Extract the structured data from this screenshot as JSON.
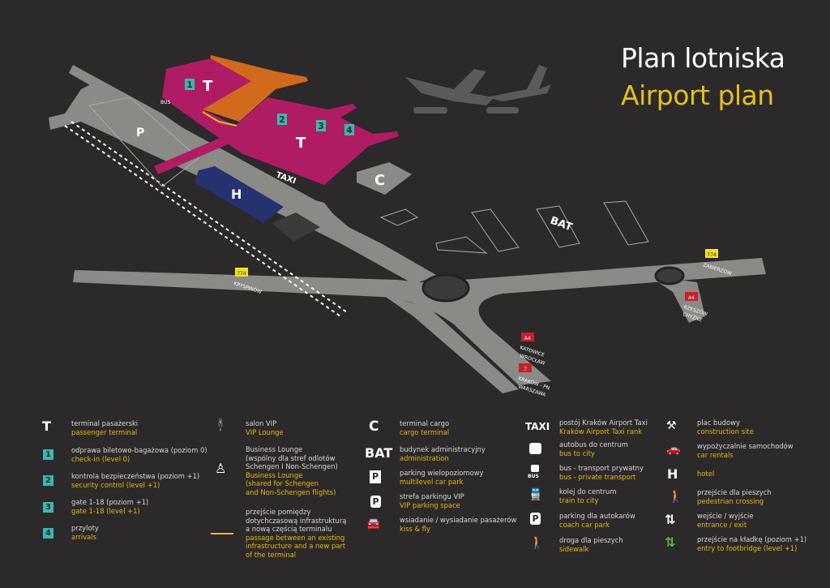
{
  "header": {
    "title_pl": "Plan lotniska",
    "title_en": "Airport plan"
  },
  "map": {
    "terminal_letter": "T",
    "zones": [
      "1",
      "2",
      "3",
      "4"
    ],
    "taxi": "TAXI",
    "bus": "BUS",
    "cargo": "C",
    "admin": "BAT",
    "hotel": "H",
    "parking": "P",
    "road_signs": [
      {
        "number": "774",
        "lines": [
          "KRYSPINÓW"
        ],
        "color": "#f2e219"
      },
      {
        "number": "774",
        "lines": [
          "ZABIERZÓW"
        ],
        "color": "#f2e219"
      },
      {
        "number": "A4",
        "lines": [
          "RZESZÓW",
          "CHYŻNE"
        ],
        "color": "#c8202a"
      },
      {
        "number": "A4",
        "lines": [
          "KATOWICE",
          "WROCŁAW"
        ],
        "color": "#c8202a"
      },
      {
        "number": "7",
        "lines": [
          "KRAKÓW - PN",
          "WARSZAWA"
        ],
        "color": "#c8202a"
      }
    ]
  },
  "colors": {
    "background": "#2b292a",
    "road": "#8a8a86",
    "terminal": "#b01c63",
    "construction": "#d26a1e",
    "zone": "#3db7b0",
    "hotel": "#26316f",
    "accent": "#e5c01d",
    "footbridge": "#5db43a"
  },
  "legend": {
    "col1": [
      {
        "icon": "T",
        "pl": "terminal pasażerski",
        "en": "passenger terminal"
      },
      {
        "icon": "1",
        "pl": "odprawa biletowo-bagażowa (poziom 0)",
        "en": "check-in (level 0)"
      },
      {
        "icon": "2",
        "pl": "kontrola bezpieczeństwa (poziom +1)",
        "en": "security control (level +1)"
      },
      {
        "icon": "3",
        "pl": "gate 1-18 (poziom +1)",
        "en": "gate 1-18 (level +1)"
      },
      {
        "icon": "4",
        "pl": "przyloty",
        "en": "arrivals"
      }
    ],
    "col2": [
      {
        "icon": "vip-lounge",
        "pl": [
          "salon VIP"
        ],
        "en": [
          "VIP Lounge"
        ]
      },
      {
        "icon": "business-lounge",
        "pl": [
          "Business Lounge",
          "(wspólny dla stref odlotów",
          "Schengen I Non-Schengen)"
        ],
        "en": [
          "Business Lounge",
          "(shared for Schengen",
          "and Non-Schengen flights)"
        ]
      },
      {
        "icon": "passage-line",
        "pl": [
          "przejście pomiędzy",
          "dotychczasową infrastrukturą",
          "a nową częścią terminalu"
        ],
        "en": [
          "passage between an existing",
          "infrastructure and a new part",
          "of the terminal"
        ]
      }
    ],
    "col3": [
      {
        "icon": "C",
        "pl": "terminal cargo",
        "en": "cargo terminal"
      },
      {
        "icon": "BAT",
        "pl": "budynek administracyjny",
        "en": "administration"
      },
      {
        "icon": "multilevel-parking",
        "pl": "parking wielopoziomowy",
        "en": "multilevel car park"
      },
      {
        "icon": "vip-parking",
        "pl": "strefa parkingu VIP",
        "en": "VIP parking space"
      },
      {
        "icon": "kiss-and-fly",
        "pl": "wsiadanie / wysiadanie pasażerów",
        "en": "kiss & fly"
      }
    ],
    "col4": [
      {
        "icon": "TAXI",
        "pl": "postój Kraków Airport Taxi",
        "en": "Kraków Airport Taxi rank"
      },
      {
        "icon": "bus",
        "pl": "autobus do centrum",
        "en": "bus to city"
      },
      {
        "icon": "private-bus",
        "icon_label": "BUS",
        "pl": "bus - transport prywatny",
        "en": "bus - private transport"
      },
      {
        "icon": "train",
        "pl": "kolej do centrum",
        "en": "train to city"
      },
      {
        "icon": "coach-parking",
        "pl": "parking dla autokarów",
        "en": "coach car park"
      },
      {
        "icon": "pedestrian",
        "pl": "droga dla pieszych",
        "en": "sidewalk"
      }
    ],
    "col5": [
      {
        "icon": "construction",
        "pl": "plac budowy",
        "en": "construction site"
      },
      {
        "icon": "car-rental",
        "pl": "wypożyczalnie samochodów",
        "en": "car rentals"
      },
      {
        "icon": "hotel",
        "pl": "",
        "en": "hotel"
      },
      {
        "icon": "pedestrian-crossing",
        "pl": "przejście dla pieszych",
        "en": "pedestrian crossing"
      },
      {
        "icon": "entrance-exit",
        "pl": "wejście / wyjście",
        "en": "entrance / exit"
      },
      {
        "icon": "footbridge",
        "pl": "przejście na kładkę (poziom +1)",
        "en": "entry to footbridge (level +1)"
      }
    ]
  }
}
